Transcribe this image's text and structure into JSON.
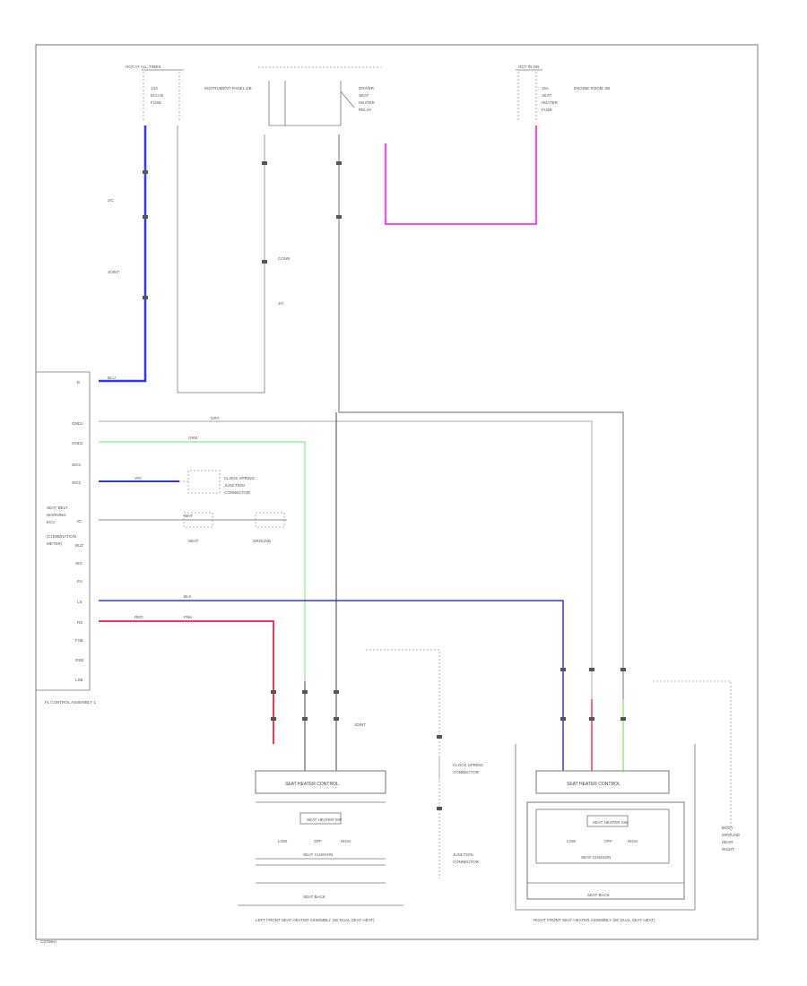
{
  "diagram": {
    "corner_label": "CSTB6H",
    "blocks": {
      "main_ecu": {
        "lines": [
          "SEAT BELT",
          "WARNING",
          "ECU",
          "(COMBINATION",
          "METER)"
        ],
        "pins": [
          "B",
          "GND1",
          "GND2",
          "SIG1",
          "SIG2",
          "IG",
          "BUZ",
          "SIG",
          "ES",
          "LS",
          "RS",
          "FSB",
          "RSB",
          "LSB"
        ],
        "caption": "FL CONTROL ASSEMBLY 1"
      },
      "fuse_left": {
        "header": "HOT AT ALL TIMES",
        "lines": [
          "10A",
          "ECU-B",
          "FUSE"
        ],
        "note": "INSTRUMENT PANEL J/B"
      },
      "fuse_relay": {
        "lines": [
          "DRIVER",
          "SEAT",
          "HEATER",
          "RELAY"
        ]
      },
      "fuse_right": {
        "header": "HOT IN ON",
        "lines": [
          "15A",
          "SEAT",
          "HEATER",
          "FUSE"
        ],
        "note": "ENGINE ROOM J/B"
      },
      "left_assembly": {
        "header": "SEAT HEATER CONTROL",
        "switch": "SEAT HEATER SW",
        "module": "SEAT CUSHION",
        "back": "SEAT BACK",
        "labels": [
          "LOW",
          "OFF",
          "HIGH"
        ],
        "caption": "LEFT FRONT SEAT HEATER ASSEMBLY (W/ DUAL SEAT HEAT)"
      },
      "right_assembly": {
        "header": "SEAT HEATER CONTROL",
        "switch": "SEAT HEATER SW",
        "module": "SEAT CUSHION",
        "back": "SEAT BACK",
        "labels": [
          "LOW",
          "OFF",
          "HIGH"
        ],
        "caption": "RIGHT FRONT SEAT HEATER ASSEMBLY (W/ DUAL SEAT HEAT)"
      },
      "mid_notes": [
        "CLOCK SPRING",
        "JUNCTION",
        "CONNECTOR",
        "SEAT",
        "GROUND"
      ],
      "ground_right": [
        "BODY",
        "GROUND",
        "NEAR",
        "RIGHT"
      ],
      "junctions": [
        "J/C",
        "JOINT",
        "CONN",
        "J/C",
        "JOINT"
      ],
      "wire_tags": [
        "BLU",
        "GRN",
        "GRY",
        "RED",
        "PNK",
        "BLK",
        "WHT",
        "VIO"
      ]
    },
    "wire_colors": {
      "blue": "#3333ff",
      "green": "#88ee88",
      "red": "#ff3355",
      "magenta": "#ff44ff",
      "gray": "#888888",
      "black": "#333333"
    }
  }
}
